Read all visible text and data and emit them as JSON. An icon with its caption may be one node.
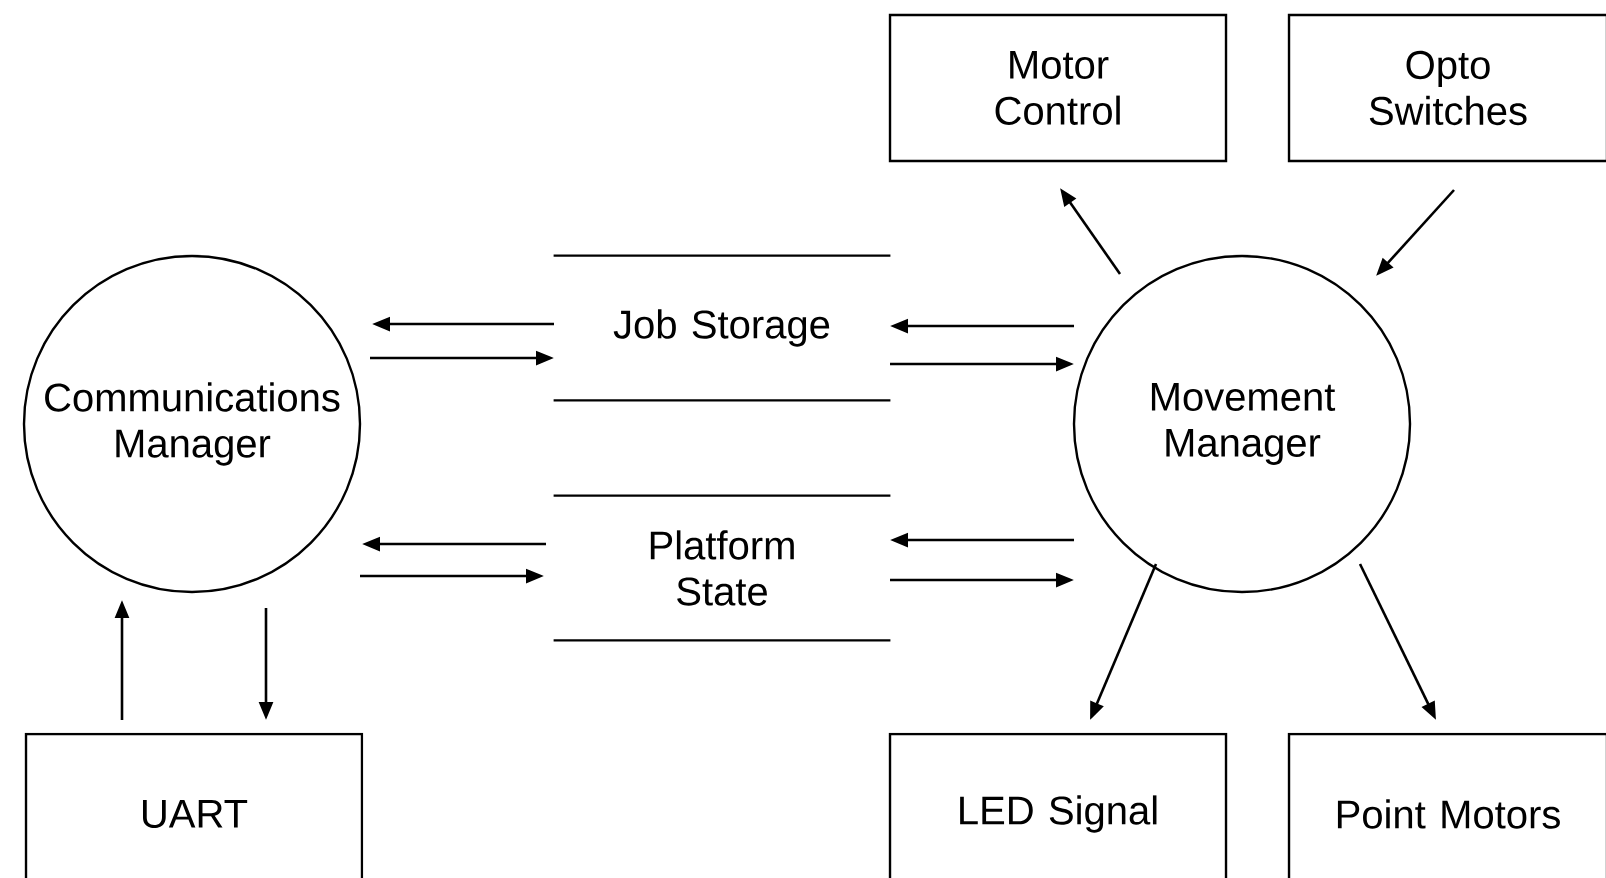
{
  "diagram": {
    "nodes": [
      {
        "text": [
          "Communications Manager"
        ]
      },
      {
        "text": [
          "Job Storage"
        ]
      },
      {
        "text": [
          "Platform State"
        ]
      },
      {
        "text": [
          "Movement Manager"
        ]
      },
      {
        "text": [
          "Motor Control"
        ]
      },
      {
        "text": [
          "Opto Switches"
        ]
      },
      {
        "text": [
          "UART"
        ]
      },
      {
        "text": [
          "LED Signal"
        ]
      },
      {
        "text": [
          "Point Motors"
        ]
      }
    ],
    "edges": [
      {
        "from": 1,
        "to": 0,
        "arrow": "to"
      },
      {
        "from": 0,
        "to": 1,
        "arrow": "to"
      },
      {
        "from": 3,
        "to": 1,
        "arrow": "to"
      },
      {
        "from": 1,
        "to": 3,
        "arrow": "to"
      },
      {
        "from": 2,
        "to": 0,
        "arrow": "to"
      },
      {
        "from": 0,
        "to": 2,
        "arrow": "to"
      },
      {
        "from": 3,
        "to": 2,
        "arrow": "to"
      },
      {
        "from": 2,
        "to": 3,
        "arrow": "to"
      },
      {
        "from": 3,
        "to": 4,
        "arrow": "to"
      },
      {
        "from": 5,
        "to": 3,
        "arrow": "to"
      },
      {
        "from": 6,
        "to": 0,
        "arrow": "to"
      },
      {
        "from": 0,
        "to": 6,
        "arrow": "to"
      },
      {
        "from": 3,
        "to": 7,
        "arrow": "to"
      },
      {
        "from": 3,
        "to": 8,
        "arrow": "to"
      }
    ]
  }
}
